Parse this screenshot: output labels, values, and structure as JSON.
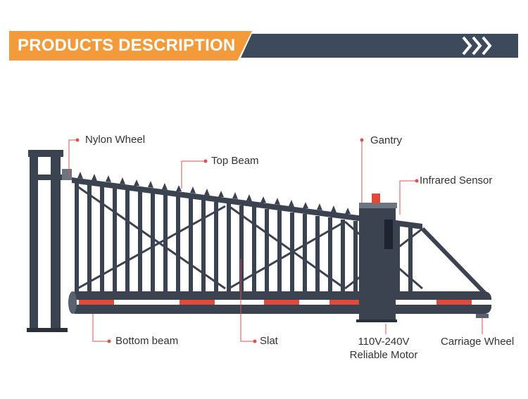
{
  "banner": {
    "title": "PRODUCTS DESCRIPTION",
    "accent_color": "#f39a3b",
    "bar_color": "#3d4a5c",
    "chevron_icon": "triple-chevron-right-icon"
  },
  "gate_color": "#3b4350",
  "callout_color": "#d9534f",
  "labels": {
    "nylon_wheel": "Nylon Wheel",
    "top_beam": "Top Beam",
    "gantry": "Gantry",
    "infrared_sensor": "Infrared Sensor",
    "bottom_beam": "Bottom beam",
    "slat": "Slat",
    "motor_voltage": "110V-240V",
    "motor_label": "Reliable Motor",
    "carriage_wheel": "Carriage Wheel"
  }
}
